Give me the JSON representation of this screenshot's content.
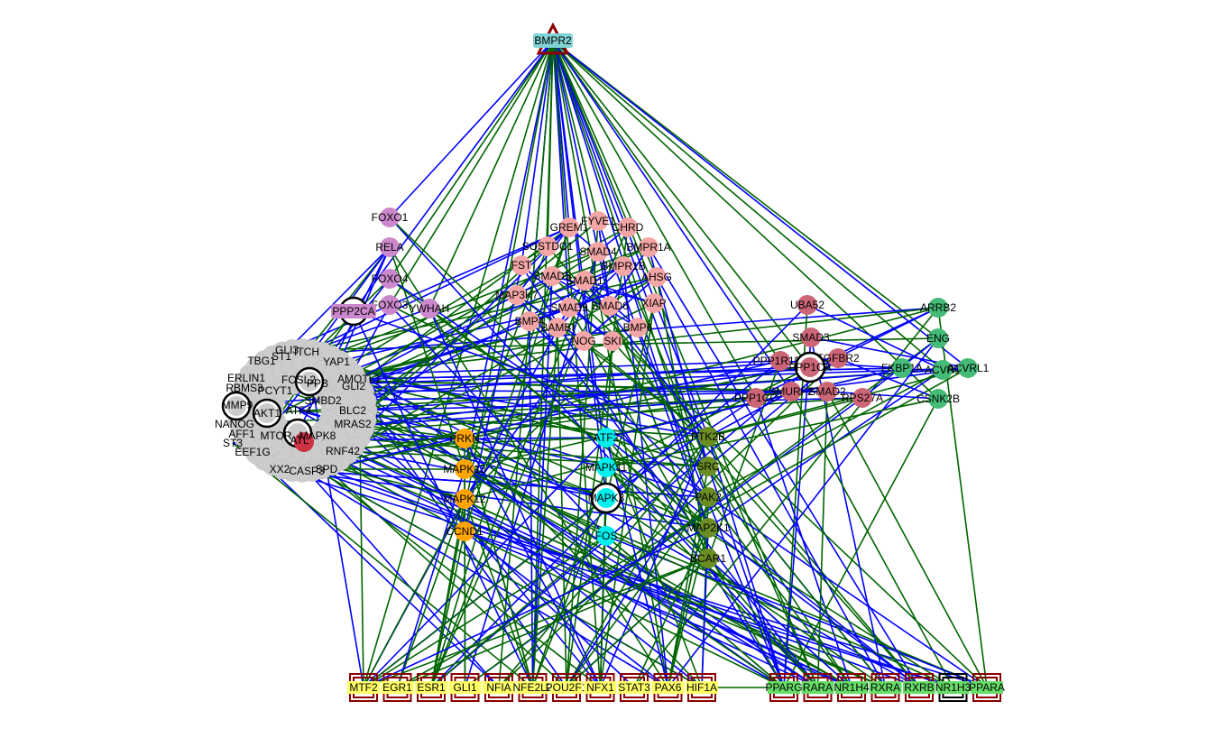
{
  "colors": {
    "edge_activation": "#006400",
    "edge_inhibition": "#0000ff",
    "receptor": "#7fd3d3",
    "tf_yellow": "#ffff66",
    "tf_green": "#66dd66",
    "tf_border": "#8b0000",
    "smad_cluster": "#f4a6a6",
    "smad_core": "#cc6677",
    "receptor_cluster": "#44bb77",
    "foxo_cluster": "#cc88cc",
    "mapk_cluster": "#00eeee",
    "orange_cluster": "#ffa500",
    "olive_cluster": "#6b8e23",
    "grey_cluster": "#cccccc"
  },
  "receptor": {
    "label": "BMPR2",
    "shape": "triangle"
  },
  "tf_row_yellow": [
    "MTF2",
    "EGR1",
    "ESR1",
    "GLI1",
    "NFIA",
    "NFE2L2",
    "POU2F1",
    "NFX1",
    "STAT3",
    "PAX6",
    "HIF1A"
  ],
  "tf_row_green": [
    "PPARG",
    "RARA",
    "NR1H4",
    "RXRA",
    "RXRB",
    "NR1H3",
    "PPARA"
  ],
  "smad_cluster": [
    "GREM1",
    "FYVE1",
    "CHRD",
    "SOSTDC1",
    "SMAD4",
    "BMPR1A",
    "FST",
    "SMAD5",
    "BMPR1B",
    "AHSG",
    "SMAD1",
    "MAP3K7",
    "SMAD9",
    "SMAD6",
    "XIAP",
    "BMP4",
    "BAMBI",
    "BMP6",
    "NOG",
    "SKI"
  ],
  "core_cluster": [
    "UBA52",
    "SMAD3",
    "PPP1R15A",
    "TGFBR2",
    "PPP1CA",
    "PPP1CC",
    "SMURF2",
    "SMAD2",
    "RPS27A"
  ],
  "receptor_cluster": [
    "ARRB2",
    "ENG",
    "FKBP1A",
    "ACVR1",
    "ACVRL1",
    "CSNK2B"
  ],
  "foxo_cluster": [
    "FOXO1",
    "RELA",
    "FOXO4",
    "FOXO3",
    "YWHAH",
    "PPP2CA"
  ],
  "mapk_cluster": [
    "ATF2",
    "MAPK11",
    "MAPK3",
    "FOS"
  ],
  "orange_cluster": [
    "PRKN",
    "MAPK13",
    "MAPK12",
    "CCND1"
  ],
  "olive_cluster": [
    "PTK2B",
    "SRC",
    "PAK2",
    "MAP2K1",
    "BCAR1"
  ],
  "grey_cluster_labels": [
    "GLI3",
    "ITCH",
    "TBG1",
    "ST1",
    "YAP1",
    "ERLIN1",
    "FOSL2",
    "AMOTL1",
    "RBMS3",
    "PCYT1",
    "PPB",
    "GLI2",
    "MMP9",
    "AKT1",
    "ATF4",
    "SMBD2",
    "BLC2",
    "NANOG",
    "MTOR",
    "MAPK8",
    "MRAS2",
    "AFF1",
    "ATL",
    "RNF42",
    "EEF1G",
    "XX2",
    "CASP3",
    "SPD",
    "ST3"
  ]
}
